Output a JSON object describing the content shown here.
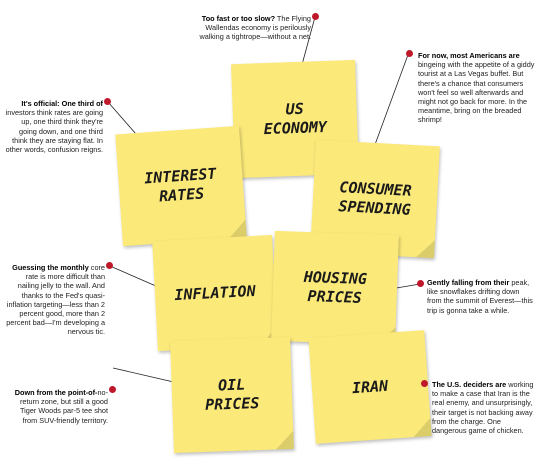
{
  "notes": [
    {
      "text": "US\nECONOMY"
    },
    {
      "text": "INTEREST\nRATES"
    },
    {
      "text": "CONSUMER\nSPENDING"
    },
    {
      "text": "INFLATION"
    },
    {
      "text": "HOUSING\nPRICES"
    },
    {
      "text": "OIL\nPRICES"
    },
    {
      "text": "IRAN"
    }
  ],
  "annotations": [
    {
      "lead": "Too fast or too slow?",
      "body": " The Flying Wallendas economy is perilously walking a tightrope—without a net."
    },
    {
      "lead": "It's official: One third of",
      "body": " investors think rates are going up, one third think they're going down, and one third think they are staying flat. In other words, confusion reigns."
    },
    {
      "lead": "For now, most Americans are",
      "body": " bingeing with the appetite of a giddy tourist at a Las Vegas buffet. But there's a chance that consumers won't feel so well afterwards and might not go back for more. In the meantime, bring on the breaded shrimp!"
    },
    {
      "lead": "Guessing the monthly",
      "body": " core rate is more difficult than nailing jelly to the wall. And thanks to the Fed's quasi-inflation targeting—less than 2 percent good, more than 2 percent bad—I'm developing a nervous tic."
    },
    {
      "lead": "Gently falling from their",
      "body": " peak, like snowflakes drifting down from the summit of Everest—this trip is gonna take a while."
    },
    {
      "lead": "Down from the point-of-",
      "body": "no-return zone, but still a good Tiger Woods par-5 tee shot from SUV-friendly territory."
    },
    {
      "lead": "The U.S. deciders are",
      "body": " working to make a case that Iran is the real enemy, and unsurprisingly, their target is not backing away from the charge. One dangerous game of chicken."
    }
  ],
  "colors": {
    "note": "#fbe97a",
    "dot": "#c0182b",
    "text": "#222222"
  }
}
